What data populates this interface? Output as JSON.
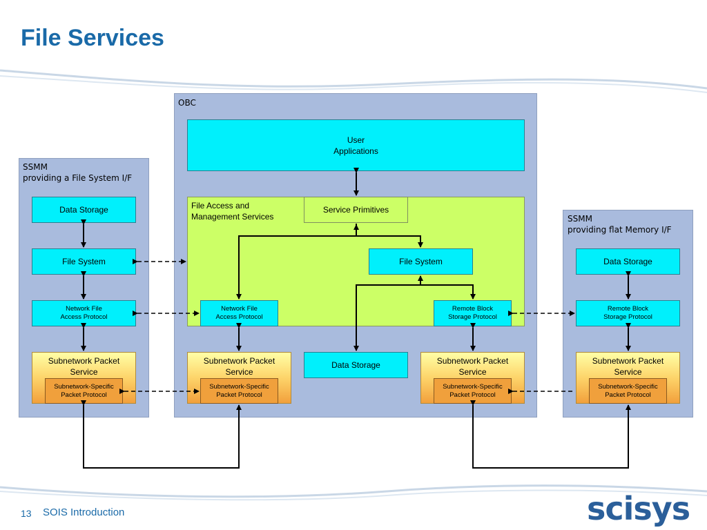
{
  "slide": {
    "title": "File Services",
    "page_number": "13",
    "footer_text": "SOIS Introduction",
    "logo_text": "scisys"
  },
  "left_ssmm": {
    "label": "SSMM\nproviding a File System I/F",
    "data_storage": "Data Storage",
    "file_system": "File System",
    "network_file": "Network File\nAccess Protocol",
    "subnetwork_packet": "Subnetwork Packet\nService",
    "subnetwork_specific": "Subnetwork-Specific\nPacket Protocol"
  },
  "obc": {
    "label": "OBC",
    "user_apps": "User\nApplications",
    "fams_label": "File Access and\nManagement Services",
    "service_primitives": "Service Primitives",
    "file_system": "File System",
    "network_file": "Network File\nAccess Protocol",
    "remote_block": "Remote Block\nStorage Protocol",
    "data_storage": "Data Storage",
    "subnet1": "Subnetwork Packet\nService",
    "subnet1_specific": "Subnetwork-Specific\nPacket Protocol",
    "subnet2": "Subnetwork Packet\nService",
    "subnet2_specific": "Subnetwork-Specific\nPacket Protocol"
  },
  "right_ssmm": {
    "label": "SSMM\nproviding flat Memory I/F",
    "data_storage": "Data Storage",
    "remote_block": "Remote Block\nStorage Protocol",
    "subnetwork_packet": "Subnetwork Packet\nService",
    "subnetwork_specific": "Subnetwork-Specific\nPacket Protocol"
  },
  "colors": {
    "title": "#1a6aa8",
    "panel": "#a9bbdd",
    "cyan_box": "#00f0fc",
    "lime_area": "#ccff66",
    "subnet_orange": "#f2a03c"
  }
}
